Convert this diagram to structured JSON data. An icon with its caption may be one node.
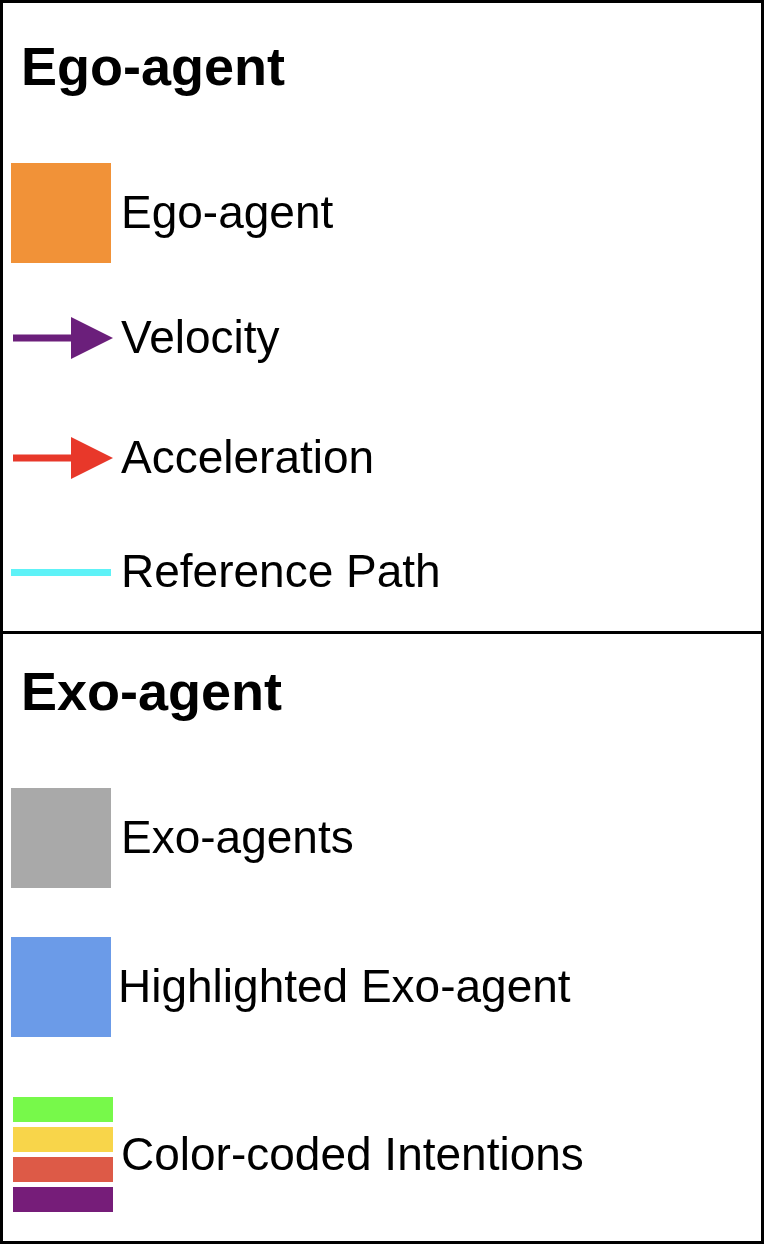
{
  "diagram": {
    "nodes": [
      {
        "text": [
          "Ego-agent"
        ]
      },
      {
        "text": [
          "Exo-agent"
        ]
      }
    ],
    "legend": [
      {
        "text": "Ego-agent",
        "color": "#f19238"
      },
      {
        "text": "Velocity"
      },
      {
        "text": "Acceleration"
      },
      {
        "text": "Reference Path"
      },
      {
        "text": "Exo-agents",
        "color": "#a9a9a9"
      },
      {
        "text": "Highlighted Exo-agent",
        "color": "#6b9be8"
      },
      {
        "text": "Color-coded Intentions"
      }
    ]
  }
}
